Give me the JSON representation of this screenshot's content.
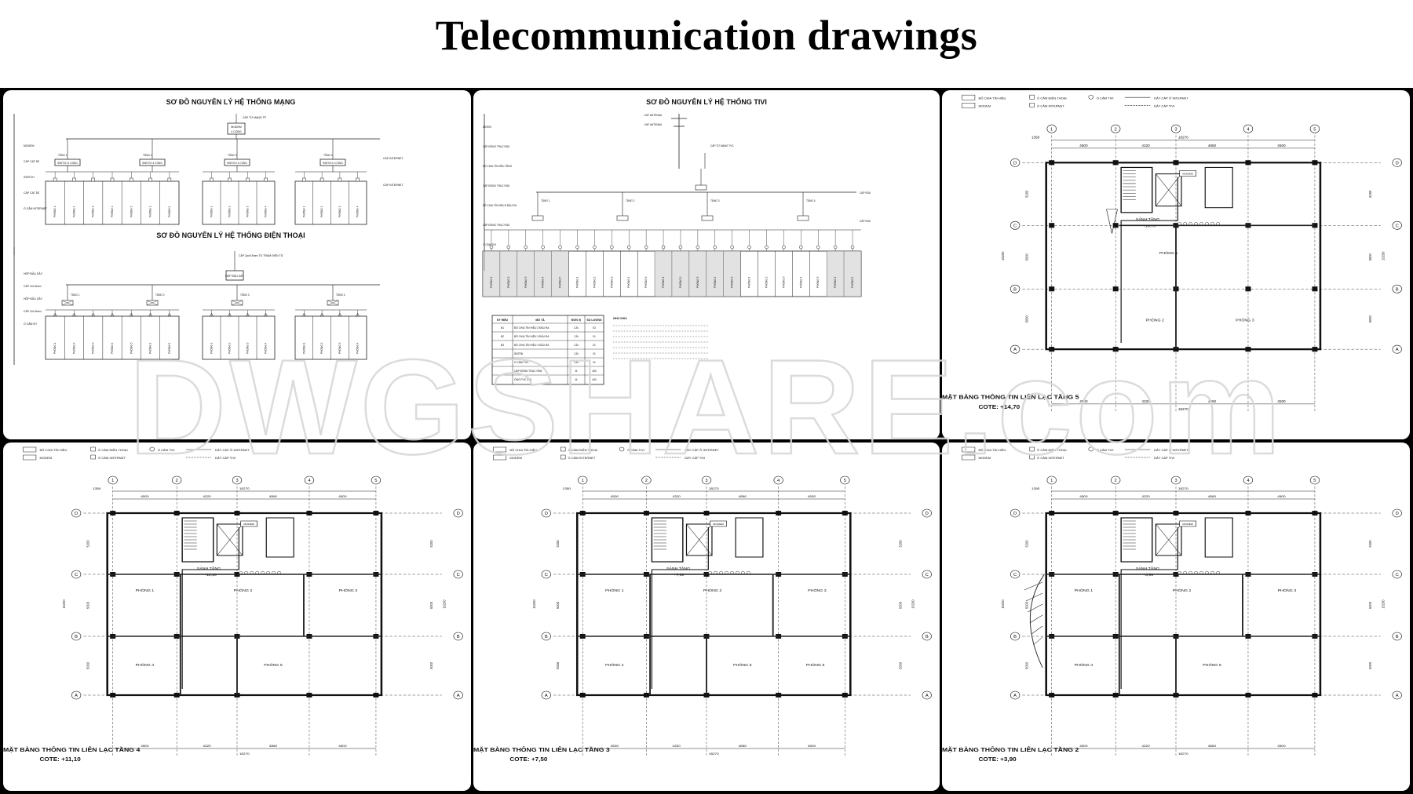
{
  "title": "Telecommunication drawings",
  "watermark": "DWGSHARE.com",
  "network_schematic": {
    "title": "SƠ ĐỒ NGUYÊN LÝ HỆ THỐNG MẠNG",
    "modem": "MODEM",
    "modem_ports": "4 CỔNG",
    "from_net": "CÁP TỪ MẠNG TP",
    "cable_internet": "CÁP INTERNET",
    "switch": "SWITCH 4 CỔNG",
    "floors": [
      "TẦNG 1",
      "TẦNG 2",
      "TẦNG 3",
      "TẦNG 4"
    ],
    "rows": [
      "MODEM",
      "CÁP CAT 5E",
      "SWITCH",
      "CÁP CAT 5E",
      "Ổ CẮM INTERNET"
    ],
    "rooms": [
      "PHÒNG 1",
      "PHÒNG 2",
      "PHÒNG 3",
      "PHÒNG 4",
      "PHÒNG 5"
    ]
  },
  "phone_schematic": {
    "title": "SƠ ĐỒ NGUYÊN LÝ HỆ THỐNG ĐIỆN THOẠI",
    "box": "HỘP ĐẦU DÂY",
    "rows": [
      "HỘP ĐẦU DÂY",
      "CÁP 2x0.5mm",
      "HỘP ĐẦU DÂY",
      "CÁP 2x0.5mm",
      "Ổ CẮM ĐT"
    ],
    "from_exchange": "CÁP 2px0.5mm TỪ TRẠM ĐIỆN TỬ"
  },
  "tv_schematic": {
    "title": "SƠ ĐỒ NGUYÊN LÝ HỆ THỐNG TIVI",
    "uhf": "UHF ANTENNA",
    "vhf": "VHF ANTENNA",
    "from_tv": "CÁP TỪ MẠNG TVC",
    "rows": [
      "ĂNTEN",
      "CÁP ĐỒNG TRỤC RG6",
      "BỘ CHIA TÍN HIỆU TẦNG",
      "CÁP ĐỒNG TRỤC RG6",
      "BỘ CHIA TÍN HIỆU 8 ĐẦU RA",
      "CÁP ĐỒNG TRỤC RG6",
      "Ổ CẮM TIVI"
    ],
    "cable_label": "CÁP RG6",
    "legend_headers": [
      "KÝ HIỆU",
      "MÔ TẢ",
      "ĐƠN VỊ",
      "SỐ LƯỢNG"
    ],
    "legend_rows": [
      [
        "B1",
        "BỘ CHIA TÍN HIỆU 2 ĐẦU RA",
        "CÁI",
        "03"
      ],
      [
        "B2",
        "BỘ CHIA TÍN HIỆU 3 ĐẦU RA",
        "CÁI",
        "01"
      ],
      [
        "B3",
        "BỘ CHIA TÍN HIỆU 4 ĐẦU RA",
        "CÁI",
        "01"
      ],
      [
        "",
        "ĂNTEN",
        "CÁI",
        "01"
      ],
      [
        "",
        "Ổ CẮM TIVI",
        "CÁI",
        "21"
      ],
      [
        "",
        "CÁP ĐỒNG TRỤC RG6",
        "M",
        "400"
      ],
      [
        "",
        "ỐNG PVC D20",
        "M",
        "400"
      ]
    ],
    "notes_title": "GHI CHÚ:"
  },
  "plan_legend": {
    "splitter": "BỘ CHIA TÍN HIỆU",
    "phone_outlet": "Ổ CẮM ĐIỆN THOẠI",
    "tv_outlet": "Ổ CẮM TIVI",
    "modem": "MODEM",
    "internet_outlet": "Ổ CẮM INTERNET",
    "cable_internet": "DÂY CÁP Ở INTERNET",
    "cable_tv": "DÂY CÁP TIVI"
  },
  "grid_cols": [
    "1",
    "2",
    "3",
    "4",
    "5"
  ],
  "grid_rows": [
    "D",
    "C",
    "B",
    "A"
  ],
  "dims_top": [
    "1350",
    "4500",
    "4320",
    "4860",
    "4500"
  ],
  "dims_total": "18270",
  "dims_side": [
    "5200",
    "5000",
    "5000",
    "15200"
  ],
  "plans": [
    {
      "caption": "MẶT BẰNG THÔNG TIN LIÊN LẠC TẦNG 5",
      "cote": "COTE: +14,70",
      "lobby": "SẢNH TẦNG",
      "level": "+14,70",
      "rooms": [
        "PHÒNG 1",
        "PHÒNG 2",
        "PHÒNG 3"
      ]
    },
    {
      "caption": "MẶT BẰNG THÔNG TIN LIÊN LẠC TẦNG 4",
      "cote": "COTE: +11,10",
      "lobby": "SẢNH TẦNG",
      "level": "+11,10",
      "rooms": [
        "PHÒNG 1",
        "PHÒNG 2",
        "PHÒNG 3",
        "PHÒNG 4",
        "PHÒNG 5"
      ]
    },
    {
      "caption": "MẶT BẰNG THÔNG TIN LIÊN LẠC TẦNG 3",
      "cote": "COTE: +7,50",
      "lobby": "SẢNH TẦNG",
      "level": "+7,50",
      "rooms": [
        "PHÒNG 1",
        "PHÒNG 2",
        "PHÒNG 3",
        "PHÒNG 4",
        "PHÒNG 5",
        "PHÒNG 6"
      ]
    },
    {
      "caption": "MẶT BẰNG THÔNG TIN LIÊN LẠC TẦNG 2",
      "cote": "COTE: +3,90",
      "lobby": "SẢNH TẦNG",
      "level": "+3,90",
      "rooms": [
        "PHÒNG 1",
        "PHÒNG 2",
        "PHÒNG 3",
        "PHÒNG 4",
        "PHÒNG 5"
      ]
    }
  ]
}
